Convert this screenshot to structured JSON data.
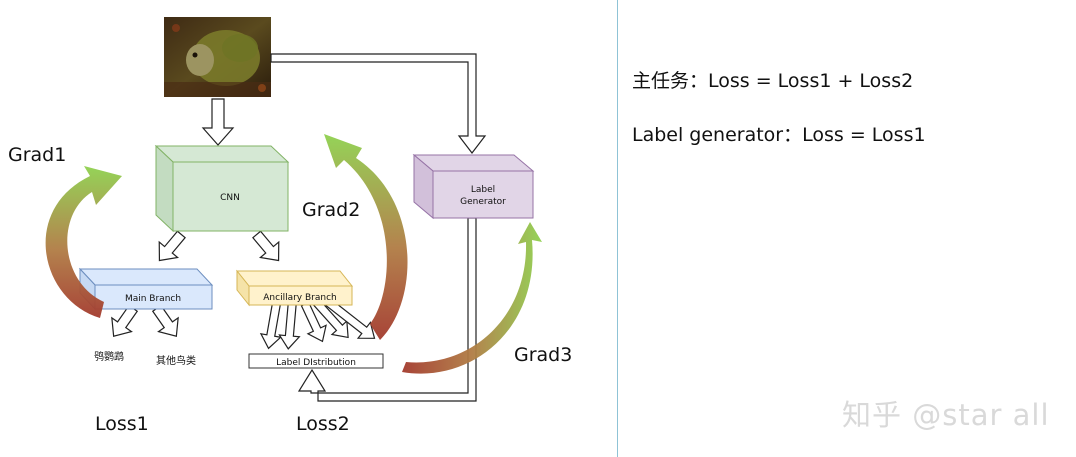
{
  "diagram": {
    "boxes": {
      "cnn": "CNN",
      "main_branch": "Main Branch",
      "ancillary_branch": "Ancillary  Branch",
      "label_generator": [
        "Label",
        "Generator"
      ],
      "label_distribution": "Label DIstribution"
    },
    "outputs": {
      "parrot": "鸮鹦鹉",
      "other_birds": "其他鸟类"
    },
    "grad_labels": {
      "grad1": "Grad1",
      "grad2": "Grad2",
      "grad3": "Grad3"
    },
    "loss_labels": {
      "loss1": "Loss1",
      "loss2": "Loss2"
    },
    "image_description": "kakapo bird photo"
  },
  "side_panel": {
    "main_task": "主任务：Loss = Loss1 + Loss2",
    "label_generator": "Label generator：Loss = Loss1"
  },
  "watermark": "知乎 @star all",
  "colors": {
    "cnn": "#d5e8d4",
    "main_branch": "#dae8fc",
    "ancillary_branch": "#fff2cc",
    "label_generator": "#e1d5e7",
    "grad_start": "#8fd14f",
    "grad_end": "#a33a2d",
    "divider": "#8fc3d6"
  }
}
